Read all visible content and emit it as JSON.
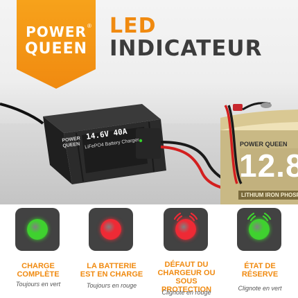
{
  "brand": {
    "name_top": "POWER",
    "name_bottom": "QUEEN",
    "reg": "®"
  },
  "heading": {
    "line1": "LED",
    "line2": "INDICATEUR"
  },
  "charger": {
    "logo_top": "POWER",
    "logo_bottom": "QUEEN",
    "spec": "14.6V 40A",
    "model": "LiFePO4 Battery Charger"
  },
  "battery": {
    "brand": "POWER QUEEN",
    "voltage": "12.8",
    "type": "LITHIUM IRON PHOSP"
  },
  "indicators": [
    {
      "label_lines": [
        "CHARGE",
        "COMPLÈTE"
      ],
      "desc": "Toujours en vert",
      "light_color": "#3fd12f",
      "blinking": false
    },
    {
      "label_lines": [
        "LA BATTERIE",
        "EST EN CHARGE"
      ],
      "desc": "Toujours en rouge",
      "light_color": "#ee2a35",
      "blinking": false
    },
    {
      "label_lines": [
        "DÉFAUT DU",
        "CHARGEUR OU",
        "SOUS PROTECTION"
      ],
      "desc": "Clignote en rouge",
      "light_color": "#ee2a35",
      "blinking": true
    },
    {
      "label_lines": [
        "ÉTAT DE",
        "RÉSERVE"
      ],
      "desc": "Clignote en vert",
      "light_color": "#3fd12f",
      "blinking": true
    }
  ]
}
